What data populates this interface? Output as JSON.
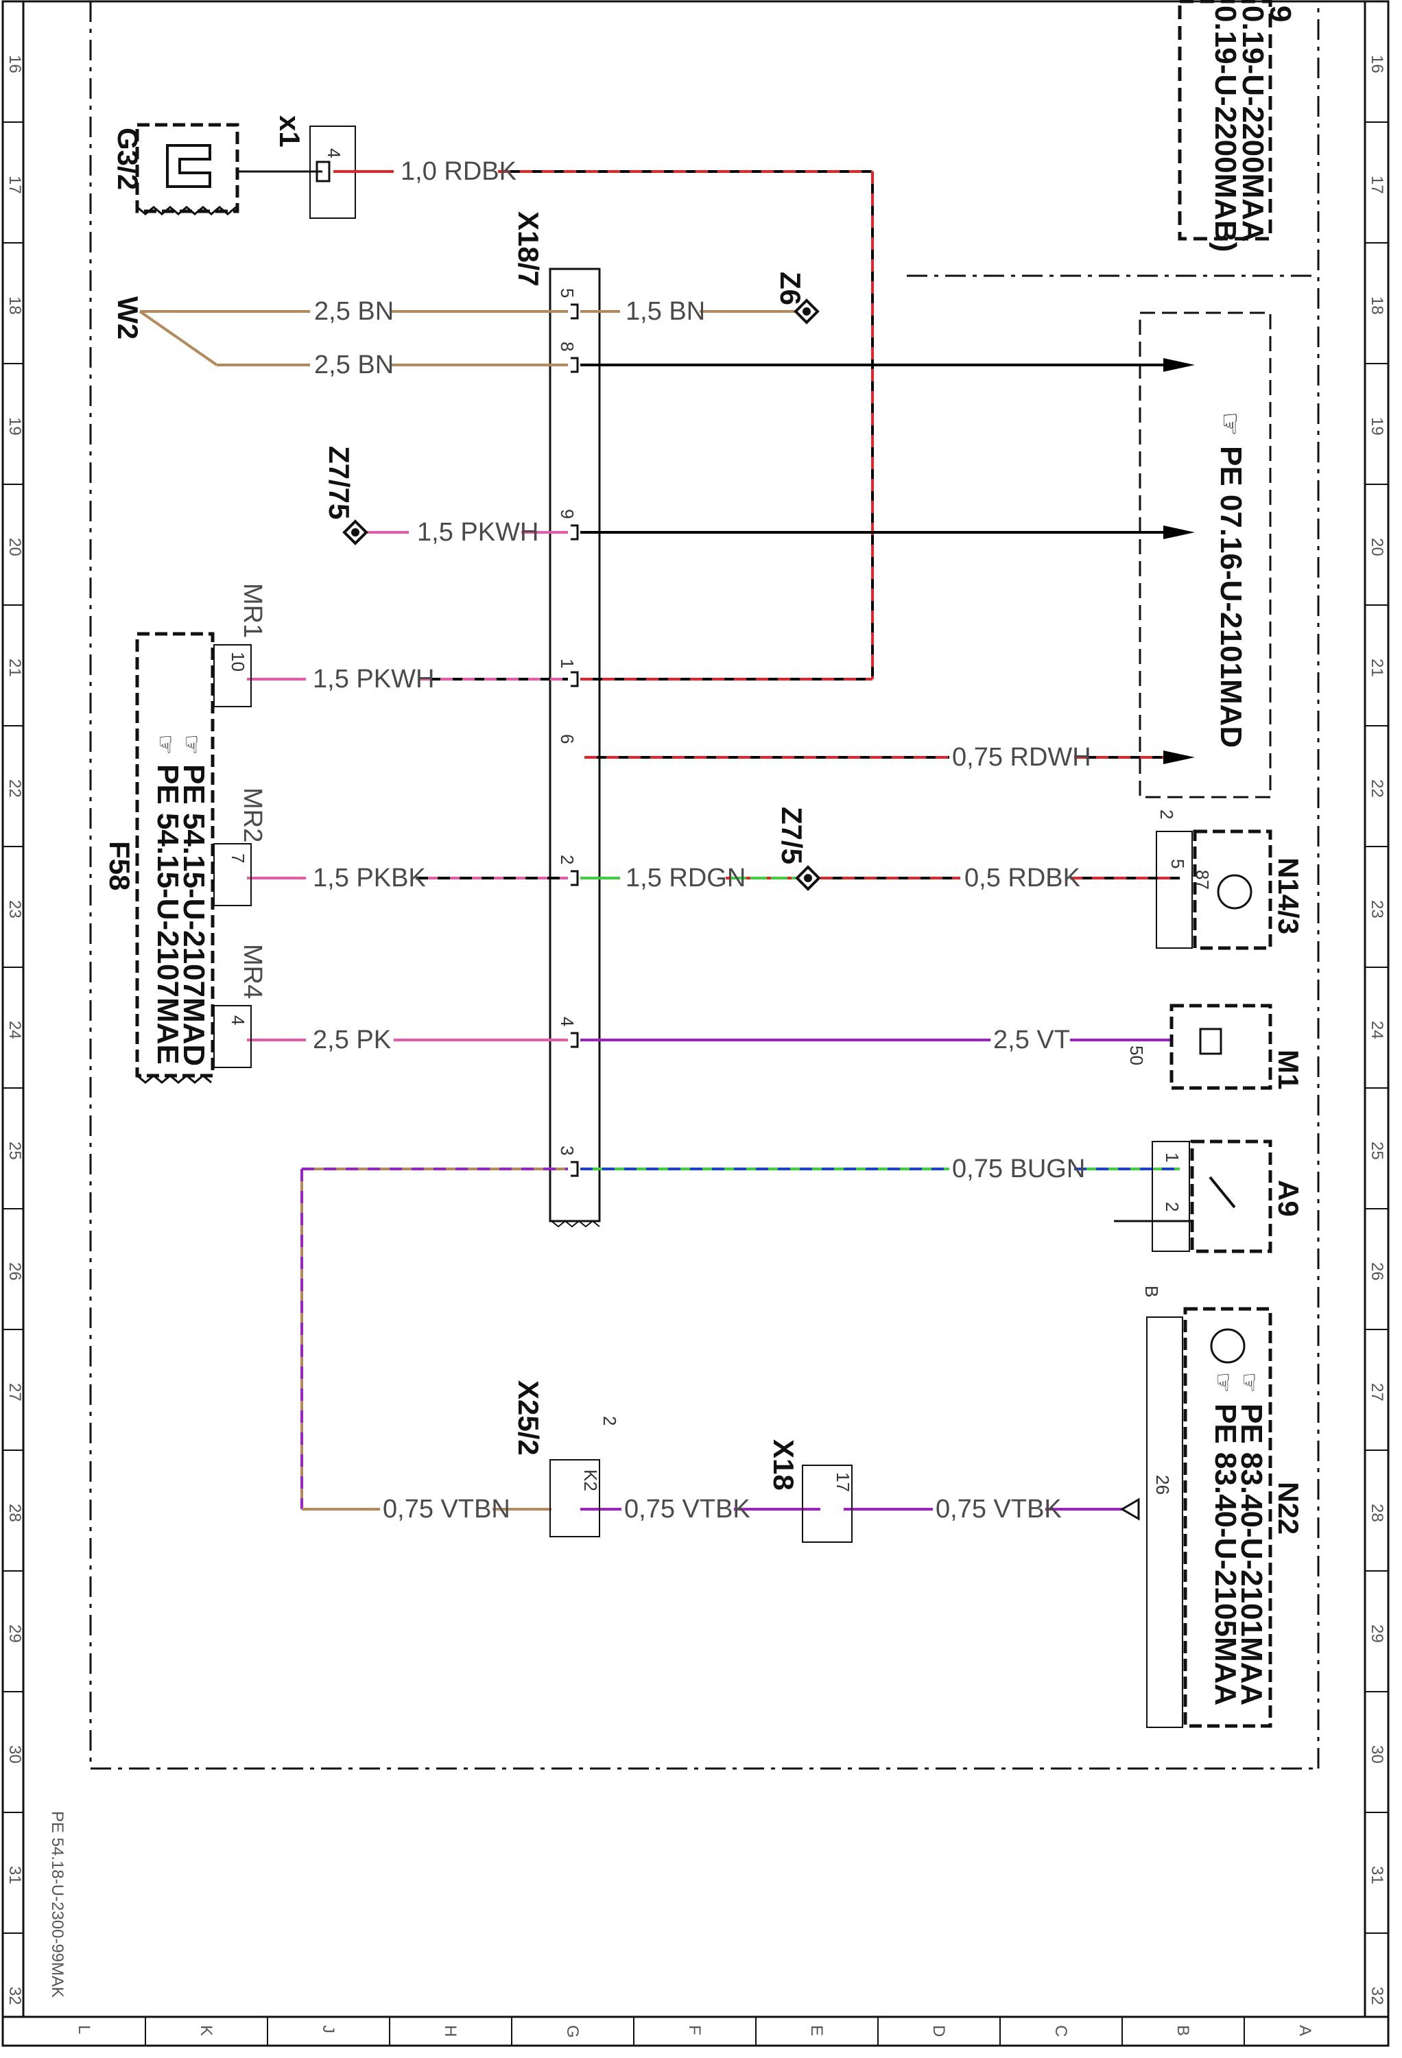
{
  "ruler": {
    "rows": [
      "16",
      "17",
      "18",
      "19",
      "20",
      "21",
      "22",
      "23",
      "24",
      "25",
      "26",
      "27",
      "28",
      "29",
      "30",
      "31",
      "32"
    ],
    "cols": [
      "L",
      "K",
      "J",
      "H",
      "G",
      "F",
      "E",
      "D",
      "C",
      "B",
      "A"
    ],
    "doc_id": "PE 54.18-U-2300-99MAK"
  },
  "refs": {
    "top_line1": "0.19-U-2200MAA",
    "top_line2": "0.19-U-2200MAB)",
    "top_digit": "9",
    "right_box": "PE 07.16-U-2101MAD",
    "f58_line1": "PE 54.15-U-2107MAD",
    "f58_line2": "PE 54.15-U-2107MAE",
    "n22_line1": "PE 83.40-U-2101MAA",
    "n22_line2": "PE 83.40-U-2105MAA"
  },
  "components": {
    "g3_2": "G3/2",
    "x1": "x1",
    "w2": "W2",
    "x18_7": "X18/7",
    "z6": "Z6",
    "z7_75": "Z7/75",
    "z7_5": "Z7/5",
    "mr1": "MR1",
    "mr2": "MR2",
    "mr4": "MR4",
    "f58": "F58",
    "n14_3": "N14/3",
    "m1": "M1",
    "a9": "A9",
    "n22": "N22",
    "x25_2": "X25/2",
    "x18": "X18"
  },
  "pins": {
    "x1_4": "4",
    "x18_7_5": "5",
    "x18_7_8": "8",
    "x18_7_9": "9",
    "x18_7_1": "1",
    "x18_7_6": "6",
    "x18_7_2": "2",
    "x18_7_4": "4",
    "x18_7_3": "3",
    "mr1_10": "10",
    "mr2_7": "7",
    "mr4_4": "4",
    "n14_5": "5",
    "n14_87": "87",
    "n14_2": "2",
    "m1_50": "50",
    "a9_1": "1",
    "a9_2": "2",
    "n22_26": "26",
    "n22_b": "B",
    "x25_k2": "K2",
    "x25_2": "2",
    "x18_17": "17"
  },
  "wires": {
    "w_rdbk_10": "1,0 RDBK",
    "w_bn_25a": "2,5 BN",
    "w_bn_25b": "2,5 BN",
    "w_bn_15": "1,5 BN",
    "w_pkwh_z775": "1,5 PKWH",
    "w_pkwh_mr1": "1,5 PKWH",
    "w_rdwh": "0,75 RDWH",
    "w_pkbk": "1,5 PKBK",
    "w_rdgn": "1,5 RDGN",
    "w_rdbk_05": "0,5 RDBK",
    "w_pk": "2,5 PK",
    "w_vt": "2,5 VT",
    "w_bugn": "0,75 BUGN",
    "w_vtbn": "0,75 VTBN",
    "w_vtbk_a": "0,75 VTBK",
    "w_vtbk_b": "0,75 VTBK"
  },
  "colors": {
    "frame": "#111111",
    "red": "#e0262b",
    "black": "#000000",
    "brown": "#b38a5a",
    "pink": "#e85aa8",
    "green": "#3cd23c",
    "blue": "#1c3fd6",
    "violet": "#a020c8"
  }
}
